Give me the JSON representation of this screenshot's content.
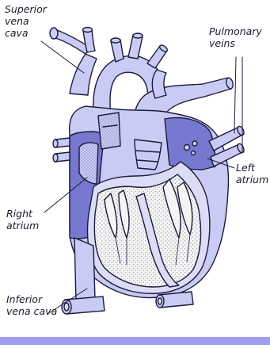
{
  "diagram": {
    "labels": {
      "superior_vena_cava": [
        "Superior",
        "vena",
        "cava"
      ],
      "pulmonary_veins": [
        "Pulmonary",
        "veins"
      ],
      "left_atrium": [
        "Left",
        "atrium"
      ],
      "right_atrium": [
        "Right",
        "atrium"
      ],
      "inferior_vena_cava": [
        "Inferior",
        "vena cava"
      ]
    },
    "colors": {
      "vessel": "#c9cbf5",
      "chamber_dark": "#7679cf",
      "inner_wall": "#dcdcf7",
      "cavity": "#f4f4f4",
      "outline": "#1b1b3a",
      "footer": "#9d9ff0"
    }
  }
}
